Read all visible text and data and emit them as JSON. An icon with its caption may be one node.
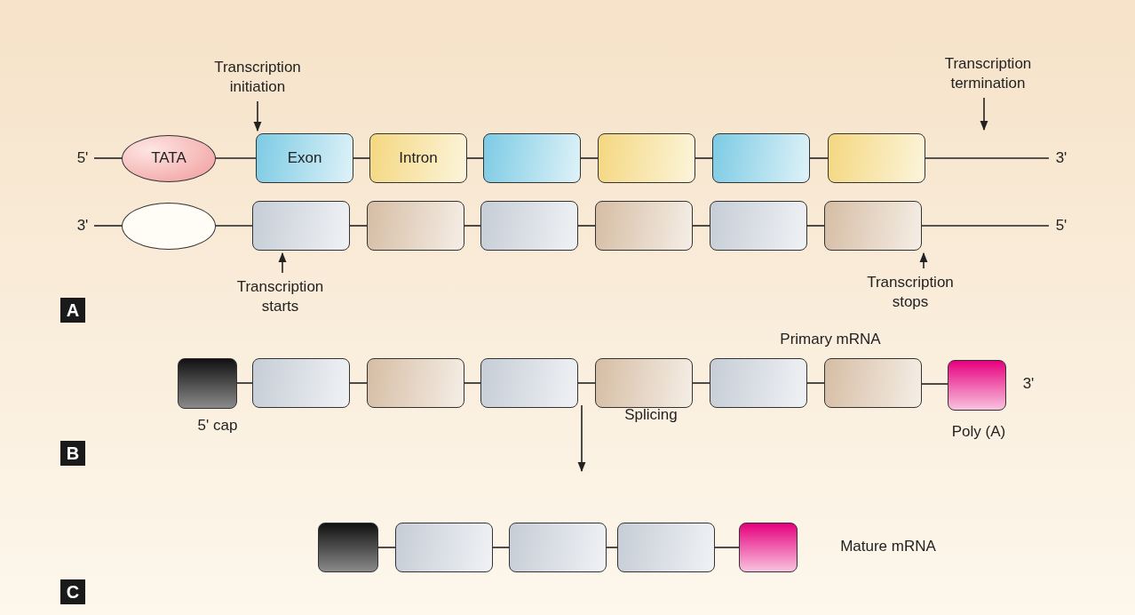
{
  "diagram": {
    "nodes": [
      {
        "text": [
          "5'"
        ]
      },
      {
        "text": [
          "TATA"
        ]
      },
      {
        "text": [
          "Exon"
        ]
      },
      {
        "text": [
          "Intron"
        ]
      },
      {
        "text": [],
        "shape": "box"
      },
      {
        "text": [],
        "shape": "box"
      },
      {
        "text": [],
        "shape": "box"
      },
      {
        "text": [],
        "shape": "box"
      },
      {
        "text": [
          "3'"
        ]
      },
      {
        "text": [
          "3'"
        ]
      },
      {
        "text": [],
        "shape": "ellipse"
      },
      {
        "text": [],
        "shape": "box"
      },
      {
        "text": [],
        "shape": "box"
      },
      {
        "text": [],
        "shape": "box"
      },
      {
        "text": [],
        "shape": "box"
      },
      {
        "text": [],
        "shape": "box"
      },
      {
        "text": [],
        "shape": "box"
      },
      {
        "text": [
          "5'"
        ]
      },
      {
        "text": [
          "Transcription initiation"
        ]
      },
      {
        "text": [
          "Transcription termination"
        ]
      },
      {
        "text": [
          "Transcription starts"
        ]
      },
      {
        "text": [
          "Transcription stops"
        ]
      },
      {
        "text": [],
        "shape": "box",
        "beside": [
          "5' cap"
        ]
      },
      {
        "text": [],
        "shape": "box"
      },
      {
        "text": [],
        "shape": "box"
      },
      {
        "text": [],
        "shape": "box"
      },
      {
        "text": [],
        "shape": "box"
      },
      {
        "text": [],
        "shape": "box"
      },
      {
        "text": [],
        "shape": "box"
      },
      {
        "text": [],
        "shape": "box",
        "beside": [
          "Poly (A)"
        ]
      },
      {
        "text": [],
        "shape": "box"
      },
      {
        "text": [],
        "shape": "box"
      },
      {
        "text": [],
        "shape": "box"
      },
      {
        "text": [],
        "shape": "box"
      },
      {
        "text": [],
        "shape": "box"
      }
    ],
    "edges": [
      {
        "from": 0,
        "to": 1,
        "arrow": "none"
      },
      {
        "from": 1,
        "to": 2,
        "arrow": "none"
      },
      {
        "from": 2,
        "to": 3,
        "arrow": "none"
      },
      {
        "from": 3,
        "to": 4,
        "arrow": "none"
      },
      {
        "from": 4,
        "to": 5,
        "arrow": "none"
      },
      {
        "from": 5,
        "to": 6,
        "arrow": "none"
      },
      {
        "from": 6,
        "to": 7,
        "arrow": "none"
      },
      {
        "from": 7,
        "to": 8,
        "arrow": "none"
      },
      {
        "from": 9,
        "to": 10,
        "arrow": "none"
      },
      {
        "from": 10,
        "to": 11,
        "arrow": "none"
      },
      {
        "from": 11,
        "to": 12,
        "arrow": "none"
      },
      {
        "from": 12,
        "to": 13,
        "arrow": "none"
      },
      {
        "from": 13,
        "to": 14,
        "arrow": "none"
      },
      {
        "from": 14,
        "to": 15,
        "arrow": "none"
      },
      {
        "from": 15,
        "to": 16,
        "arrow": "none"
      },
      {
        "from": 16,
        "to": 17,
        "arrow": "none"
      },
      {
        "from": 18,
        "to": 2,
        "arrow": "to"
      },
      {
        "from": 19,
        "to": null,
        "arrow": "to"
      },
      {
        "from": 20,
        "to": 11,
        "arrow": "to"
      },
      {
        "from": 21,
        "to": 16,
        "arrow": "to"
      },
      {
        "from": 22,
        "to": 23,
        "arrow": "none"
      },
      {
        "from": 23,
        "to": 24,
        "arrow": "none"
      },
      {
        "from": 24,
        "to": 25,
        "arrow": "none"
      },
      {
        "from": 25,
        "to": 26,
        "arrow": "none"
      },
      {
        "from": 26,
        "to": 27,
        "arrow": "none"
      },
      {
        "from": 27,
        "to": 28,
        "arrow": "none"
      },
      {
        "from": 28,
        "to": 29,
        "arrow": "none"
      },
      {
        "from": 30,
        "to": 31,
        "arrow": "none"
      },
      {
        "from": 31,
        "to": 32,
        "arrow": "none"
      },
      {
        "from": 32,
        "to": 33,
        "arrow": "none"
      },
      {
        "from": 33,
        "to": 34,
        "arrow": "none"
      }
    ],
    "labels": [
      "A",
      "Primary mRNA",
      "3'",
      "Splicing",
      "B",
      "Mature mRNA",
      "C"
    ]
  }
}
